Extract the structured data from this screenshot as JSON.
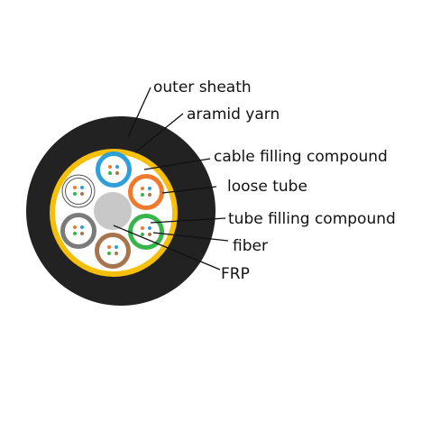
{
  "labels": {
    "outer_sheath": "outer sheath",
    "aramid_yarn": "aramid yarn",
    "cable_filling_compound": "cable filling compound",
    "loose_tube": "loose tube",
    "tube_filling_compound": "tube filling compound",
    "fiber": "fiber",
    "frp": "FRP"
  },
  "colors": {
    "outer_sheath": "#222222",
    "aramid_yarn": "#f5bf0a",
    "filling": "#ffffff",
    "frp": "#c8c8c8",
    "tubes": [
      "#2f9fd9",
      "#f07a2b",
      "#36b54a",
      "#a8744e",
      "#7a7a7a",
      "#ffffff"
    ],
    "fiber_dots": [
      "#f07a2b",
      "#2f9fd9",
      "#36b54a",
      "#a8744e"
    ],
    "leader": "#111111"
  }
}
